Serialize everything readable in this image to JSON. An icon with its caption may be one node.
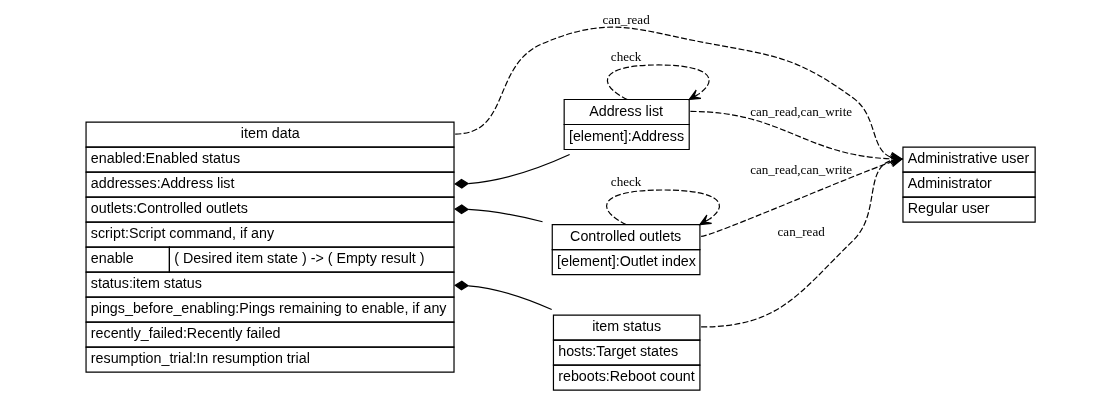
{
  "diagram": {
    "nodes": [
      {
        "text": [
          "item data",
          "enabled:Enabled status",
          "addresses:Address list",
          "outlets:Controlled outlets",
          "script:Script command, if any",
          "enable",
          "( Desired item state ) -> ( Empty result )",
          "status:item status",
          "pings_before_enabling:Pings remaining to enable, if any",
          "recently_failed:Recently failed",
          "resumption_trial:In resumption trial"
        ]
      },
      {
        "text": [
          "Address list",
          "[element]:Address"
        ]
      },
      {
        "text": [
          "Controlled outlets",
          "[element]:Outlet index"
        ]
      },
      {
        "text": [
          "item status",
          "hosts:Target states",
          "reboots:Reboot count"
        ]
      },
      {
        "text": [
          "Administrative user",
          "Administrator",
          "Regular user"
        ]
      }
    ],
    "edges": [
      {
        "from": 0,
        "to": 4,
        "arrow": "to",
        "style": "dashed",
        "label": "can_read"
      },
      {
        "from": 0,
        "to": 1,
        "arrow": "other"
      },
      {
        "from": 1,
        "to": 1,
        "arrow": "to",
        "style": "dashed",
        "label": "check"
      },
      {
        "from": 1,
        "to": 4,
        "arrow": "to",
        "style": "dashed",
        "label": "can_read,can_write"
      },
      {
        "from": 0,
        "to": 2,
        "arrow": "other"
      },
      {
        "from": 2,
        "to": 2,
        "arrow": "to",
        "style": "dashed",
        "label": "check"
      },
      {
        "from": 2,
        "to": 4,
        "arrow": "to",
        "style": "dashed",
        "label": "can_read,can_write"
      },
      {
        "from": 0,
        "to": 3,
        "arrow": "other"
      },
      {
        "from": 3,
        "to": 4,
        "arrow": "to",
        "style": "dashed",
        "label": "can_read"
      }
    ]
  }
}
